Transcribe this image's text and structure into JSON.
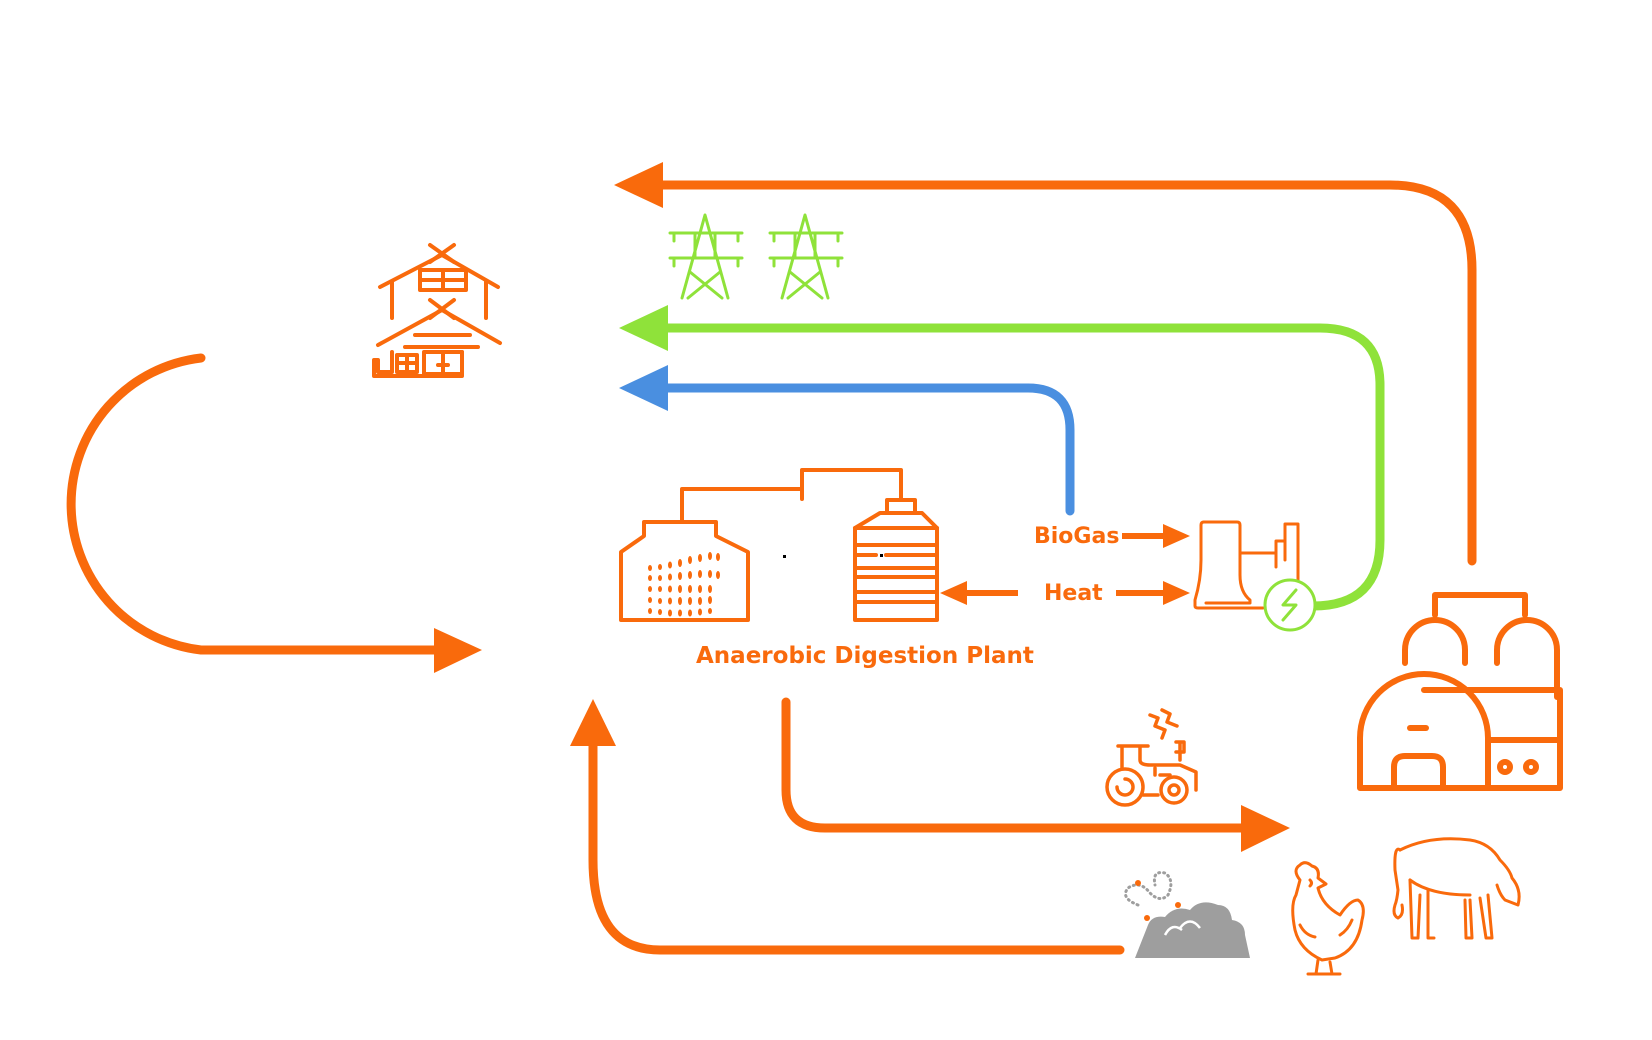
{
  "diagram": {
    "title": "Anaerobic Digestion Plant",
    "labels": {
      "biogas": "BioGas",
      "heat": "Heat",
      "plant": "Anaerobic Digestion Plant"
    },
    "colors": {
      "orange": "#f96a0c",
      "green": "#8fe23a",
      "blue": "#4a8fe0",
      "gray": "#9e9e9e"
    },
    "icons": [
      "house-icon",
      "power-pylon-icon",
      "power-pylon-icon",
      "digester-tank-icon",
      "storage-tank-icon",
      "power-plant-icon",
      "lightning-icon",
      "farm-barn-icon",
      "tractor-icon",
      "manure-pile-icon",
      "chicken-icon",
      "cow-icon"
    ],
    "flows": [
      {
        "name": "waste-input",
        "from": "house",
        "to": "digestion-plant",
        "color": "orange"
      },
      {
        "name": "biogas-to-generator",
        "from": "digestion-plant",
        "to": "power-plant",
        "label": "BioGas",
        "color": "orange"
      },
      {
        "name": "heat-exchange",
        "from": "power-plant",
        "to": "digestion-plant",
        "label": "Heat",
        "color": "orange"
      },
      {
        "name": "electricity-to-grid",
        "from": "power-plant",
        "to": "house",
        "color": "green"
      },
      {
        "name": "gas-supply",
        "from": "digestion-plant",
        "to": "house",
        "color": "blue"
      },
      {
        "name": "farm-output",
        "from": "farm",
        "to": "house",
        "color": "orange"
      },
      {
        "name": "digestate-to-farm",
        "from": "digestion-plant",
        "to": "farm",
        "color": "orange"
      },
      {
        "name": "manure-to-plant",
        "from": "manure",
        "to": "digestion-plant",
        "color": "orange"
      }
    ]
  }
}
